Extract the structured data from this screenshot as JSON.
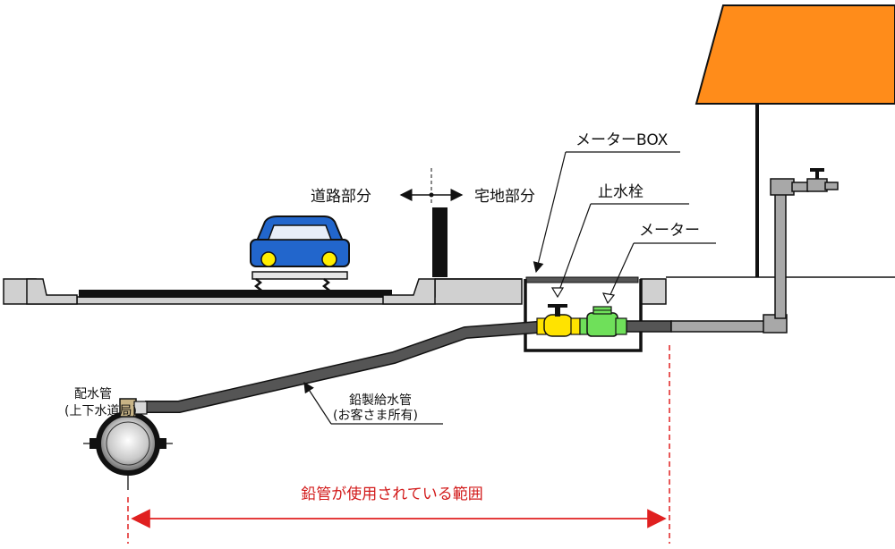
{
  "labels": {
    "road_part": "道路部分",
    "residential_part": "宅地部分",
    "meter_box": "メーターBOX",
    "stop_valve": "止水栓",
    "meter": "メーター",
    "main_pipe_line1": "配水管",
    "main_pipe_line2": "(上下水道局)",
    "lead_pipe_line1": "鉛製給水管",
    "lead_pipe_line2": "(お客さま所有)",
    "lead_range": "鉛管が使用されている範囲"
  },
  "colors": {
    "house": "#ff8c1a",
    "car": "#2266cc",
    "car_lights": "#ffee00",
    "stop_valve": "#ffe300",
    "meter": "#6fe05a",
    "lead_pipe": "#555555",
    "service_pipe": "#a8a8a8",
    "ground": "#d0d0d0",
    "range_arrow": "#e02020"
  },
  "icons": {
    "faucet": "faucet-icon",
    "car": "car-icon"
  }
}
